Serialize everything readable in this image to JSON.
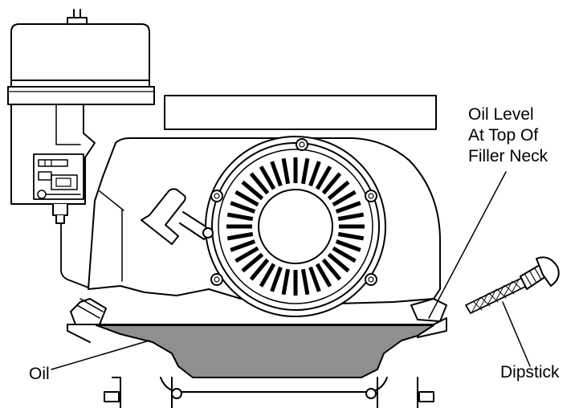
{
  "labels": {
    "oil_level": [
      "Oil Level",
      "At Top Of",
      "Filler Neck"
    ],
    "oil": "Oil",
    "dipstick": "Dipstick"
  },
  "colors": {
    "line": "#000000",
    "oil_fill": "#8f8f8f",
    "background": "#ffffff"
  }
}
